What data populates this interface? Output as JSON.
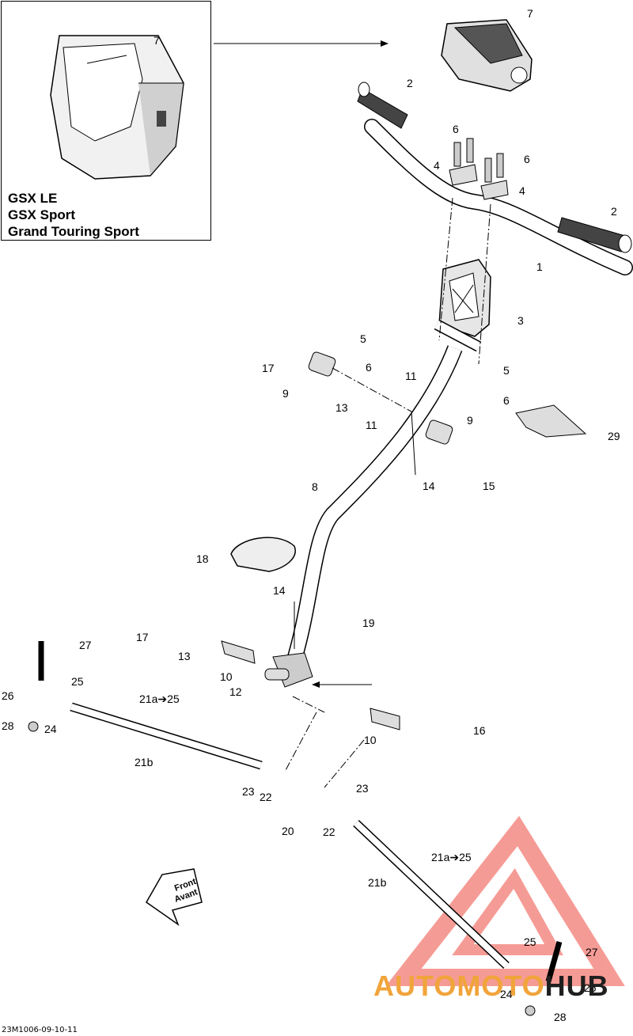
{
  "inset": {
    "lines": [
      "GSX LE",
      "GSX Sport",
      "Grand Touring Sport"
    ]
  },
  "callouts": [
    {
      "id": "c7a",
      "text": "7"
    },
    {
      "id": "c7b",
      "text": "7"
    },
    {
      "id": "c2a",
      "text": "2"
    },
    {
      "id": "c2b",
      "text": "2"
    },
    {
      "id": "c6a",
      "text": "6"
    },
    {
      "id": "c6b",
      "text": "6"
    },
    {
      "id": "c4a",
      "text": "4"
    },
    {
      "id": "c4b",
      "text": "4"
    },
    {
      "id": "c1",
      "text": "1"
    },
    {
      "id": "c3",
      "text": "3"
    },
    {
      "id": "c5a",
      "text": "5"
    },
    {
      "id": "c5b",
      "text": "5"
    },
    {
      "id": "c6c",
      "text": "6"
    },
    {
      "id": "c6d",
      "text": "6"
    },
    {
      "id": "c17a",
      "text": "17"
    },
    {
      "id": "c9a",
      "text": "9"
    },
    {
      "id": "c9b",
      "text": "9"
    },
    {
      "id": "c11a",
      "text": "11"
    },
    {
      "id": "c11b",
      "text": "11"
    },
    {
      "id": "c13a",
      "text": "13"
    },
    {
      "id": "c29",
      "text": "29"
    },
    {
      "id": "c14a",
      "text": "14"
    },
    {
      "id": "c15",
      "text": "15"
    },
    {
      "id": "c8",
      "text": "8"
    },
    {
      "id": "c18",
      "text": "18"
    },
    {
      "id": "c14b",
      "text": "14"
    },
    {
      "id": "c19",
      "text": "19"
    },
    {
      "id": "c17b",
      "text": "17"
    },
    {
      "id": "c27a",
      "text": "27"
    },
    {
      "id": "c13b",
      "text": "13"
    },
    {
      "id": "c10a",
      "text": "10"
    },
    {
      "id": "c12",
      "text": "12"
    },
    {
      "id": "c25a",
      "text": "25"
    },
    {
      "id": "c26a",
      "text": "26"
    },
    {
      "id": "c21a1",
      "text": "21a➔25"
    },
    {
      "id": "c24a",
      "text": "24"
    },
    {
      "id": "c28a",
      "text": "28"
    },
    {
      "id": "c16",
      "text": "16"
    },
    {
      "id": "c10b",
      "text": "10"
    },
    {
      "id": "c21b1",
      "text": "21b"
    },
    {
      "id": "c23a",
      "text": "23"
    },
    {
      "id": "c22a",
      "text": "22"
    },
    {
      "id": "c23b",
      "text": "23"
    },
    {
      "id": "c20",
      "text": "20"
    },
    {
      "id": "c22b",
      "text": "22"
    },
    {
      "id": "c21a2",
      "text": "21a➔25"
    },
    {
      "id": "c21b2",
      "text": "21b"
    },
    {
      "id": "c25b",
      "text": "25"
    },
    {
      "id": "c27b",
      "text": "27"
    },
    {
      "id": "c26b",
      "text": "26"
    },
    {
      "id": "c24b",
      "text": "24"
    },
    {
      "id": "c28b",
      "text": "28"
    }
  ],
  "front_arrow": {
    "line1": "Front",
    "line2": "Avant"
  },
  "drawing_code": "23M1006-09-10-11",
  "watermark": {
    "part1": "AUTOMOTO",
    "part2": "HUB"
  },
  "colors": {
    "line": "#000000",
    "part_fill": "#e9e9e9",
    "part_dark": "#3a3a3a",
    "watermark_red": "#f05a50",
    "watermark_orange": "#f1a43a"
  }
}
